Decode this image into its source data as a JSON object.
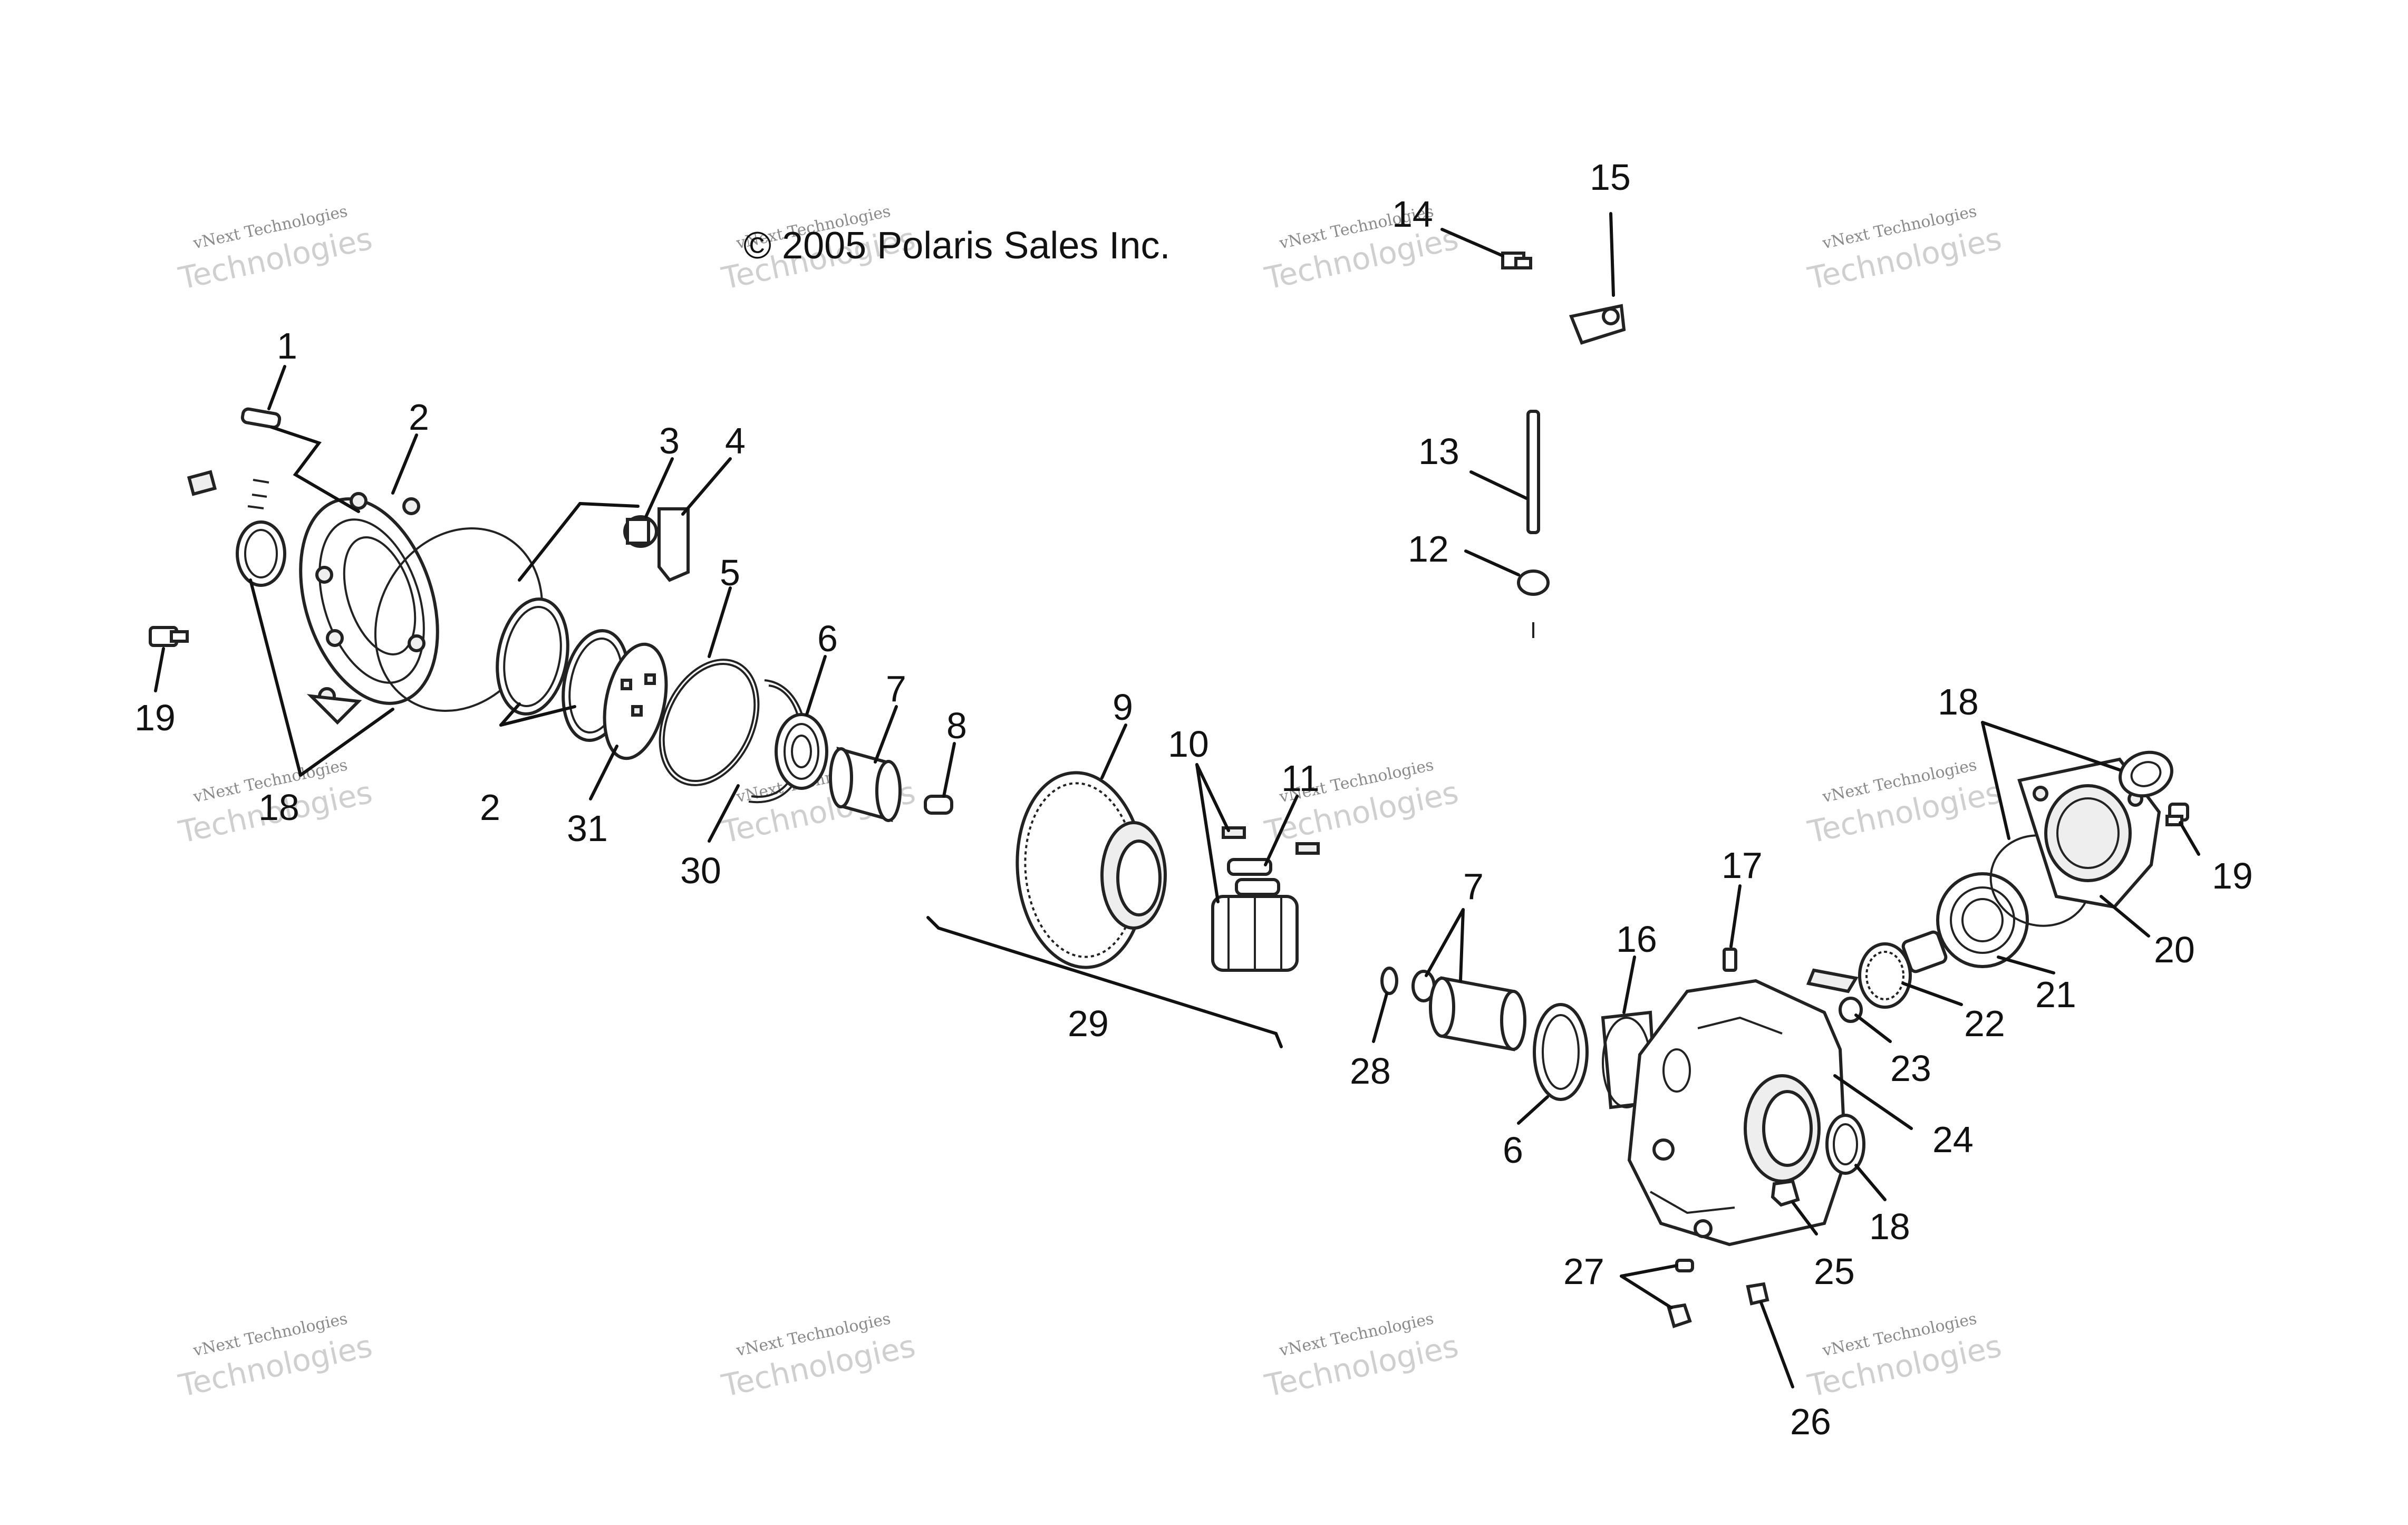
{
  "copyright": "© 2005 Polaris Sales Inc.",
  "watermark": {
    "line1": "vNext Technologies",
    "line2": "Technologies",
    "tag": "vNext"
  },
  "callouts": {
    "c1": "1",
    "c2a": "2",
    "c2b": "2",
    "c3": "3",
    "c4": "4",
    "c5": "5",
    "c6a": "6",
    "c6b": "6",
    "c7a": "7",
    "c7b": "7",
    "c8": "8",
    "c9": "9",
    "c10": "10",
    "c11": "11",
    "c12": "12",
    "c13": "13",
    "c14": "14",
    "c15": "15",
    "c16": "16",
    "c17": "17",
    "c18a": "18",
    "c18b": "18",
    "c18c": "18",
    "c19a": "19",
    "c19b": "19",
    "c20": "20",
    "c21": "21",
    "c22": "22",
    "c23": "23",
    "c24": "24",
    "c25": "25",
    "c26": "26",
    "c27": "27",
    "c28": "28",
    "c29": "29",
    "c30": "30",
    "c31": "31"
  },
  "colors": {
    "line": "#111111",
    "watermark": "#cfcfcf"
  }
}
